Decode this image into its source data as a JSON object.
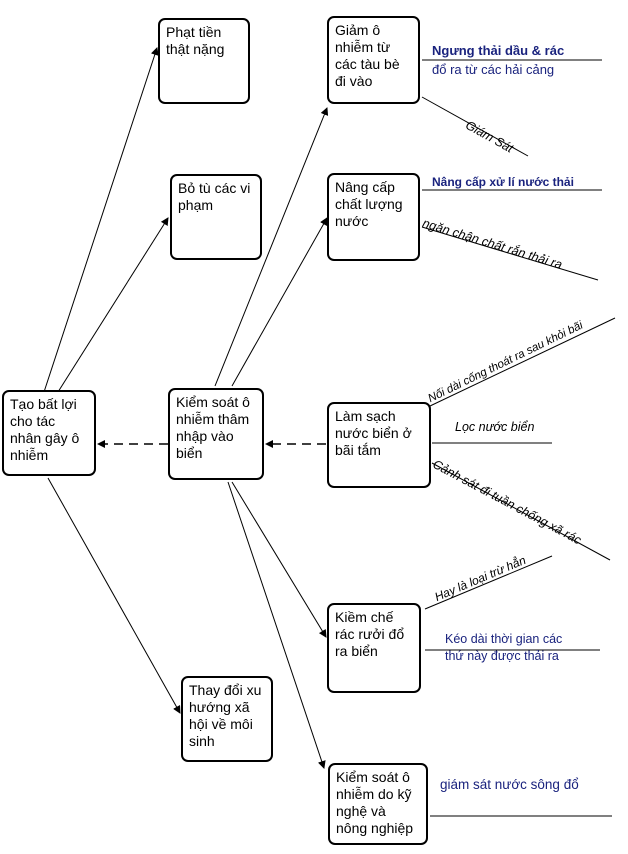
{
  "nodes": {
    "tao_bat_loi": "Tạo bất lợi cho tác nhân gây ô nhiễm",
    "kiem_soat_tham_nhap": "Kiểm soát ô nhiễm thâm nhập vào biển",
    "phat_tien": "Phạt tiền thật nặng",
    "bo_tu": "Bỏ tù các vi phạm",
    "thay_doi": "Thay đổi xu hướng xã hội về môi sinh",
    "giam_o_nhiem": "Giảm ô nhiễm từ các tàu bè đi vào",
    "nang_cap": "Nâng cấp chất lượng nước",
    "lam_sach": "Làm sạch nước biển ở bãi tắm",
    "kiem_che": "Kiềm chế rác rưởi đổ ra biển",
    "kiem_soat_ky_nghe": "Kiểm soát ô nhiễm do kỹ nghệ và nông nghiệp"
  },
  "labels": {
    "ngung_thai_1": "Ngưng thải dầu & rác",
    "ngung_thai_2": "đổ ra từ các hải cảng",
    "giam_sat": "Giám Sát",
    "nang_cap_xu_li": "Nâng cấp xử lí nước thải",
    "ngan_chan": "ngăn chận chất rắn thải ra",
    "noi_dai": "Nối dài cống thoát ra sau khỏi bãi",
    "loc_nuoc": "Lọc nước biển",
    "canh_sat": "Cảnh sát đi tuần chống xã rác",
    "hay_la": "Hay là loại trừ hẳn",
    "keo_dai_1": "Kéo dài thời gian các",
    "keo_dai_2": "thứ này được thải ra",
    "giam_sat_nuoc": "giám sát nước sông đổ"
  }
}
